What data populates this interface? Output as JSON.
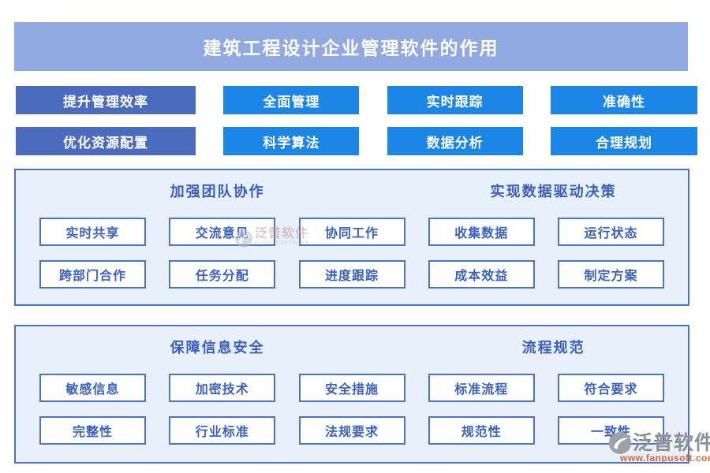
{
  "title": "建筑工程设计企业管理软件的作用",
  "top_buttons": {
    "rows": [
      [
        "提升管理效率",
        "全面管理",
        "实时跟踪",
        "准确性"
      ],
      [
        "优化资源配置",
        "科学算法",
        "数据分析",
        "合理规划"
      ]
    ]
  },
  "sections": [
    {
      "groups": [
        {
          "header": "加强团队协作",
          "rows": [
            [
              "实时共享",
              "交流意见",
              "协同工作"
            ],
            [
              "跨部门合作",
              "任务分配",
              "进度跟踪"
            ]
          ]
        },
        {
          "header": "实现数据驱动决策",
          "rows": [
            [
              "收集数据",
              "运行状态"
            ],
            [
              "成本效益",
              "制定方案"
            ]
          ]
        }
      ]
    },
    {
      "groups": [
        {
          "header": "保障信息安全",
          "rows": [
            [
              "敏感信息",
              "加密技术",
              "安全措施"
            ],
            [
              "完整性",
              "行业标准",
              "法规要求"
            ]
          ]
        },
        {
          "header": "流程规范",
          "rows": [
            [
              "标准流程",
              "符合要求"
            ],
            [
              "规范性",
              "一致性"
            ]
          ]
        }
      ]
    }
  ],
  "watermark": {
    "brand": "泛普软件",
    "subtitle": "FANPU SOFTWARE"
  },
  "logo": {
    "brand": "泛普软件",
    "website": "www.fanpusoft.com"
  },
  "colors": {
    "title_bg": "#90A9E0",
    "primary_btn": "#4A6BBE",
    "accent_btn": "#1C86E6",
    "panel_bg": "#E7F0FB",
    "panel_border": "#4B73C4",
    "header_text": "#3A5FC0",
    "btn_text": "#3A62C0",
    "logo_url": "#E0622F"
  }
}
